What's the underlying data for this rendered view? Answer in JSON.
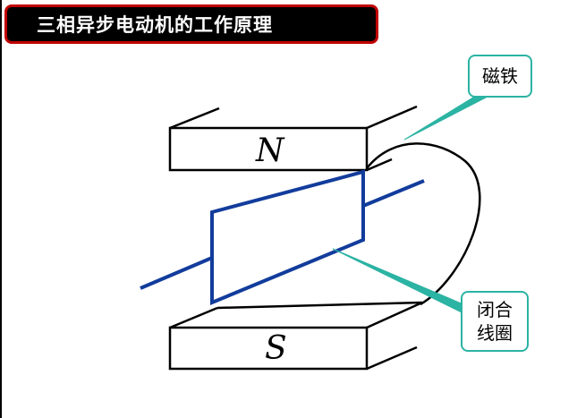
{
  "title": "三相异步电动机的工作原理",
  "labels": {
    "magnet": "磁铁",
    "coil_line1": "闭合",
    "coil_line2": "线圈",
    "pole_north": "N",
    "pole_south": "S"
  },
  "colors": {
    "title_background": "#000000",
    "title_border": "#c00000",
    "title_text": "#ffffff",
    "coil": "#123c9c",
    "callout": "#2bb3a3",
    "magnet_outline": "#000000"
  }
}
